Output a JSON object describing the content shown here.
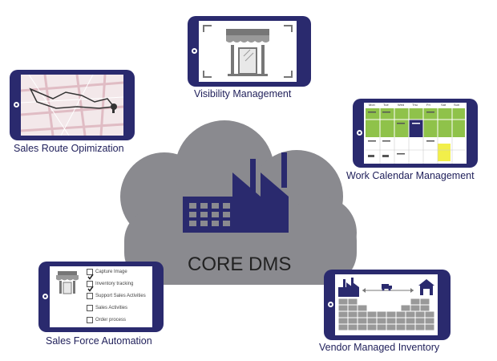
{
  "center": {
    "title": "CORE DMS",
    "cloud_color": "#8a8a8f",
    "factory_color": "#2a2a6e"
  },
  "modules": [
    {
      "label": "Visibility Management"
    },
    {
      "label": "Sales Route Opimization"
    },
    {
      "label": "Work Calendar Management"
    },
    {
      "label": "Sales Force Automation"
    },
    {
      "label": "Vendor Managed Inventory"
    }
  ],
  "calendar": {
    "days": [
      "Mon",
      "Tue",
      "Wed",
      "Thu",
      "Fri",
      "Sat",
      "Sun"
    ]
  },
  "sfa_tasks": [
    {
      "label": "Capture Image",
      "checked": true
    },
    {
      "label": "Inventory tracking",
      "checked": true
    },
    {
      "label": "Support Sales Activities",
      "checked": false
    },
    {
      "label": "Sales Activities",
      "checked": false
    },
    {
      "label": "Order process",
      "checked": false
    }
  ],
  "colors": {
    "phone": "#2a2a6e",
    "calendar_green": "#8fc24a",
    "calendar_navy": "#2a2a6e",
    "calendar_yellow": "#f2ef4a",
    "map_road": "#e6c9cf"
  }
}
